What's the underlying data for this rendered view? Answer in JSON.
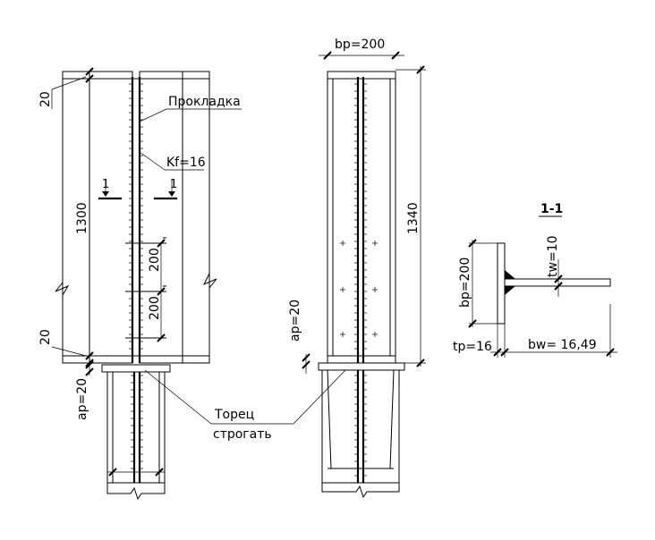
{
  "labels": {
    "pad_label": "Прокладка",
    "weld_leg": "Kf=16",
    "end_label_line1": "Торец",
    "end_label_line2": "строгать",
    "dim_20_top": "20",
    "dim_20_bottom": "20",
    "dim_1300": "1300",
    "dim_200_a": "200",
    "dim_200_b": "200",
    "dim_ap_left": "ap=20",
    "dim_ap_mid": "ap=20",
    "dim_bp_top": "bp=200",
    "dim_1340": "1340",
    "section_title": "1-1",
    "sec_bp": "bp=200",
    "sec_tw": "tw=10",
    "sec_tp": "tp=16",
    "sec_bw": "bw= 16,49",
    "cut_mark_left": "1",
    "cut_mark_right": "1"
  }
}
